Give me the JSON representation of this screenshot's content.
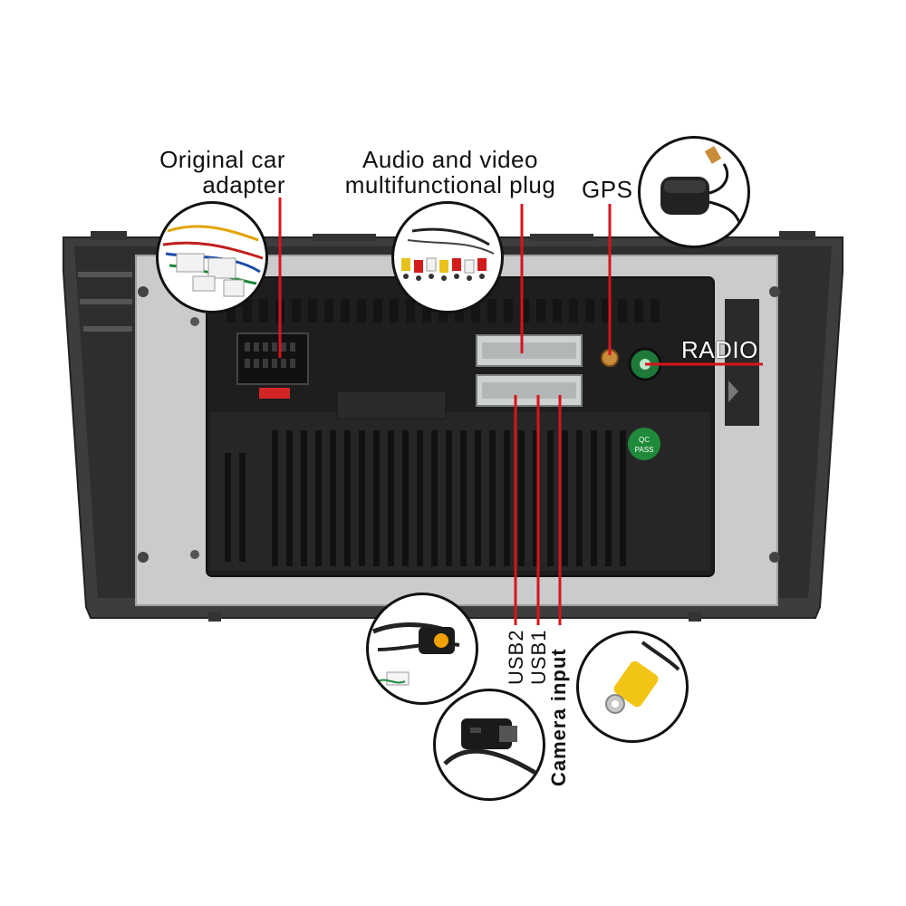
{
  "labels": {
    "original_adapter_line1": "Original car",
    "original_adapter_line2": "adapter",
    "av_plug_line1": "Audio and video",
    "av_plug_line2": "multifunctional plug",
    "gps": "GPS",
    "radio": "RADIO",
    "usb2": "USB2",
    "usb1": "USB1",
    "camera_input": "Camera input"
  },
  "unit_markings": {
    "qc_line1": "QC",
    "qc_line2": "PASS"
  },
  "colors": {
    "pointer_line": "#d8141c",
    "housing": "#3a3a3a",
    "metal_plate": "#c9cbcc",
    "module": "#1e1e1e",
    "qc_sticker": "#1f8a3a",
    "camera_plug": "#f2c416",
    "usb_button": "#f2a100"
  },
  "icons": [
    "wiring-harness-icon",
    "rca-cable-icon",
    "gps-antenna-icon",
    "usb-cable-icon",
    "usb-plug-icon",
    "rca-camera-plug-icon"
  ]
}
